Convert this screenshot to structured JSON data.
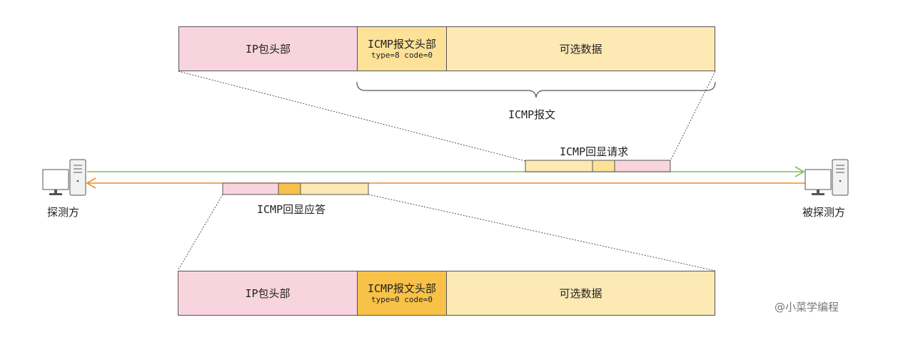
{
  "colors": {
    "ip_header": "#f8d4de",
    "icmp_header_request": "#fce197",
    "icmp_header_reply": "#f8c148",
    "optional_data": "#fde9b4",
    "request_arrow": "#7cc24f",
    "reply_arrow": "#ee8a2b"
  },
  "icons": {
    "left_host": "computer-icon",
    "right_host": "computer-icon"
  },
  "hosts": {
    "left": "探测方",
    "right": "被探测方"
  },
  "request_packet": {
    "ip_header": "IP包头部",
    "icmp_header": "ICMP报文头部",
    "icmp_fields": "type=8 code=0",
    "optional_data": "可选数据",
    "icmp_message_label": "ICMP报文",
    "arrow_label": "ICMP回显请求"
  },
  "reply_packet": {
    "ip_header": "IP包头部",
    "icmp_header": "ICMP报文头部",
    "icmp_fields": "type=0 code=0",
    "optional_data": "可选数据",
    "arrow_label": "ICMP回显应答"
  },
  "watermark": "@小菜学编程"
}
